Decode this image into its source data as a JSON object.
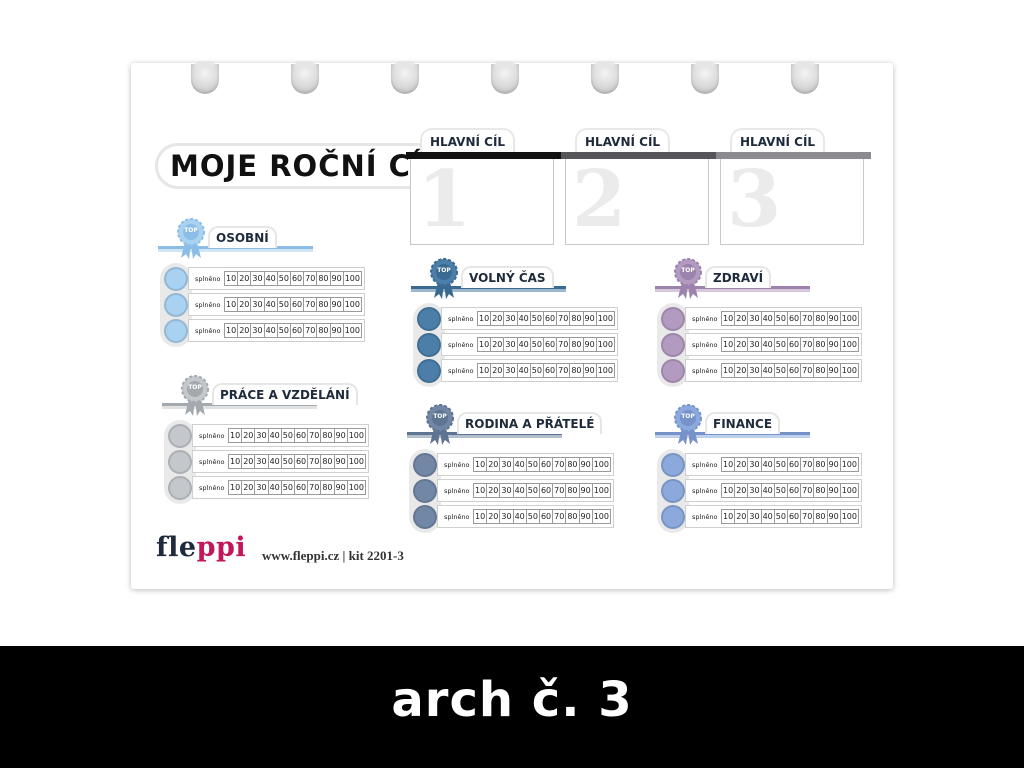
{
  "title": "MOJE ROČNÍ CÍLE",
  "goals": [
    {
      "label": "HLAVNÍ CÍL",
      "number": "1",
      "bar_color": "#111111"
    },
    {
      "label": "HLAVNÍ CÍL",
      "number": "2",
      "bar_color": "#55555a"
    },
    {
      "label": "HLAVNÍ CÍL",
      "number": "3",
      "bar_color": "#8a8a90"
    }
  ],
  "categories": [
    {
      "name": "OSOBNÍ",
      "color": "#a9d1f0",
      "dark": "#8cbde6"
    },
    {
      "name": "PRÁCE A VZDĚLÁNÍ",
      "color": "#c4c8cc",
      "dark": "#a4a9ae"
    },
    {
      "name": "VOLNÝ ČAS",
      "color": "#4b7ea8",
      "dark": "#3a6a92"
    },
    {
      "name": "RODINA A PŘÁTELÉ",
      "color": "#7287a5",
      "dark": "#5f7392"
    },
    {
      "name": "ZDRAVÍ",
      "color": "#b29ac0",
      "dark": "#9c83ab"
    },
    {
      "name": "FINANCE",
      "color": "#8ba9dc",
      "dark": "#7593c8"
    }
  ],
  "row_label": "splněno",
  "scale": [
    "10",
    "20",
    "30",
    "40",
    "50",
    "60",
    "70",
    "80",
    "90",
    "100"
  ],
  "rosette_text": "TOP",
  "icons": {
    "rosette": "rosette-icon"
  },
  "brand": {
    "logo_a": "fle",
    "logo_b": "ppi",
    "logo_c": "",
    "url": "www.fleppi.cz | kit 2201-3"
  },
  "caption": "arch č. 3"
}
